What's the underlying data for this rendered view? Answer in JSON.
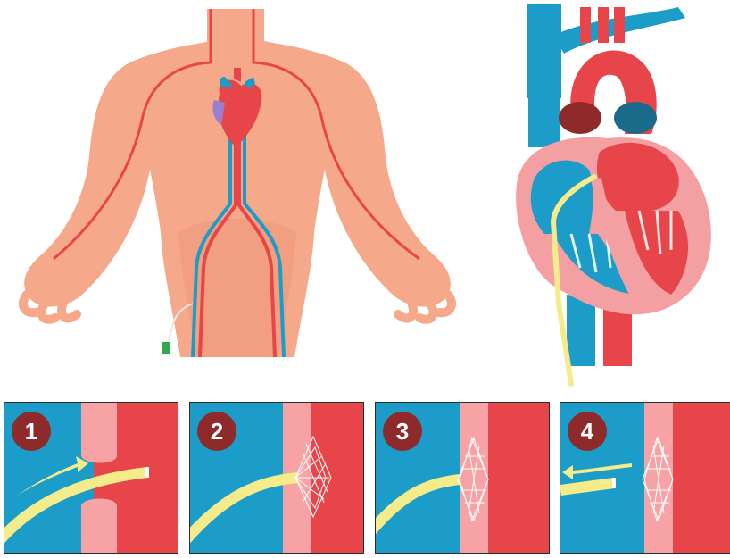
{
  "steps": [
    {
      "number": "1"
    },
    {
      "number": "2"
    },
    {
      "number": "3"
    },
    {
      "number": "4"
    }
  ],
  "colors": {
    "skin": "#f6a98a",
    "artery": "#e8454a",
    "vein": "#1c9cc8",
    "catheter": "#f4eb8a",
    "badge": "#8e2a2a",
    "mesh": "#ffffff",
    "septum": "#f7a2a4"
  }
}
